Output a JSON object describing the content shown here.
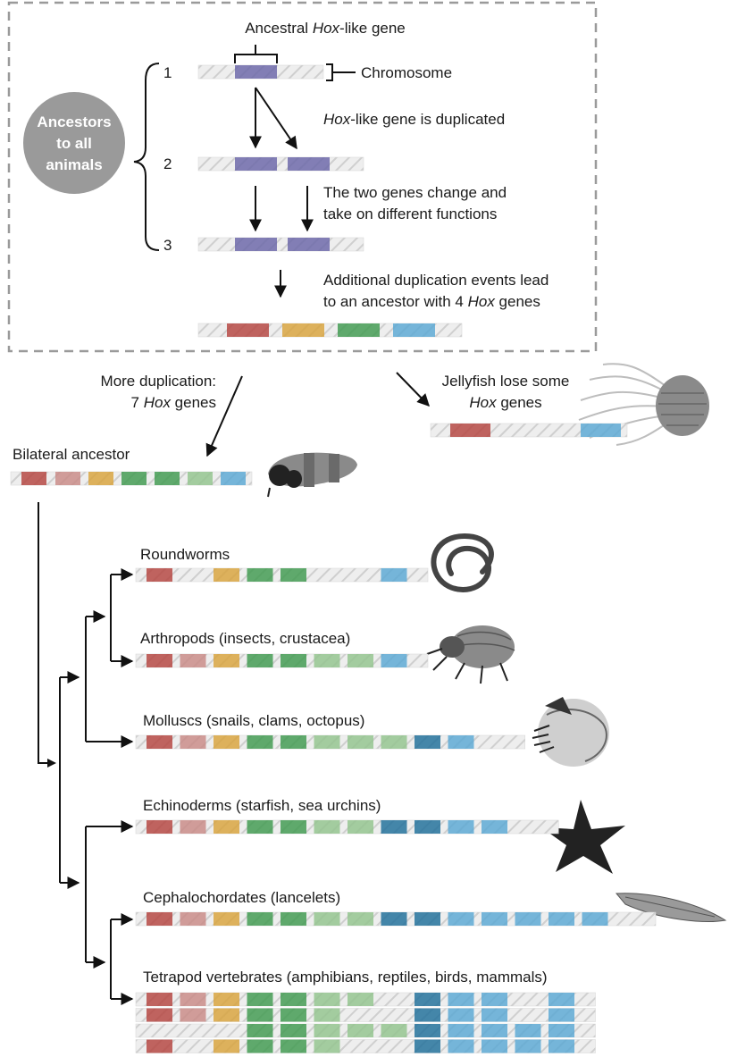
{
  "ancestor_box": {
    "circle_lines": [
      "Ancestors",
      "to all",
      "animals"
    ],
    "gene_label_pre": "",
    "gene_label_italic": "Hox",
    "gene_label_post": "-like gene",
    "gene_label_prefix": "Ancestral ",
    "chromosome_label": "Chromosome",
    "steps": [
      "1",
      "2",
      "3"
    ],
    "dup_italic": "Hox",
    "dup_post": "-like gene is duplicated",
    "change_line1": "The two genes change and",
    "change_line2": "take on different functions",
    "additional_line1": "Additional duplication events lead",
    "additional_line2_pre": "to an ancestor with 4 ",
    "additional_line2_italic": "Hox",
    "additional_line2_post": " genes"
  },
  "more_dup": {
    "line1": "More duplication:",
    "line2_pre": "7 ",
    "line2_italic": "Hox",
    "line2_post": " genes"
  },
  "jellyfish": {
    "line1": "Jellyfish lose some",
    "line2_italic": "Hox",
    "line2_post": " genes"
  },
  "bilateral_label": "Bilateral ancestor",
  "groups": [
    "Roundworms",
    "Arthropods (insects, crustacea)",
    "Molluscs (snails, clams, octopus)",
    "Echinoderms (starfish, sea urchins)",
    "Cephalochordates (lancelets)",
    "Tetrapod vertebrates (amphibians, reptiles, birds, mammals)"
  ],
  "colors": {
    "hox_ancestral": "#6a66a8",
    "red": "#b5443f",
    "pink": "#c98a86",
    "orange": "#d9a33c",
    "green": "#3f9a4f",
    "light_green": "#93c48e",
    "blue": "#5aa8d4",
    "dark_blue": "#1f6f9a",
    "empty": "#e3e3e3",
    "circle_fill": "#9a9a9a",
    "dashed_border": "#9a9a9a"
  }
}
